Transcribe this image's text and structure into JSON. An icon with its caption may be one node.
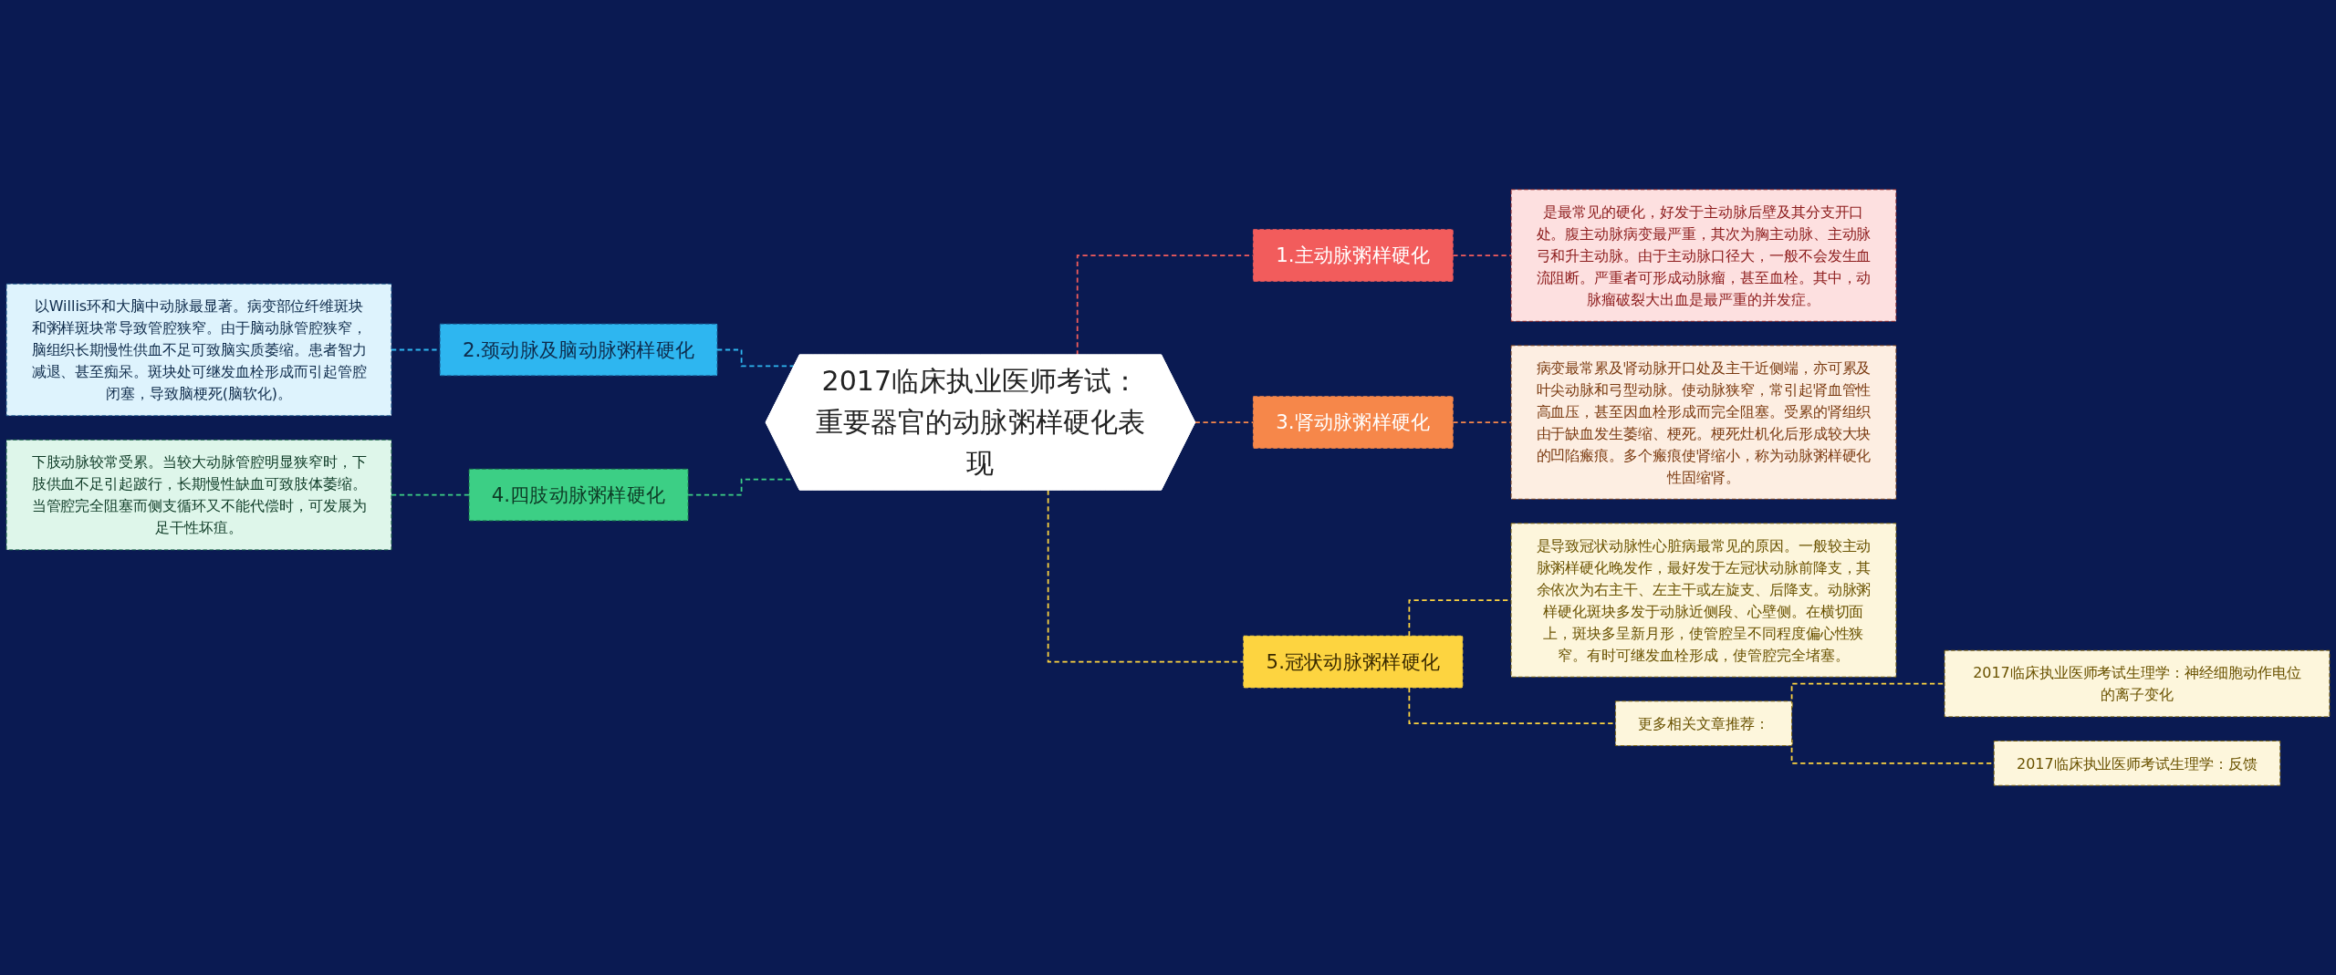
{
  "diagram": {
    "nodes": [
      {
        "text": [
          "2017临床执业医师考试：重要器官的动脉粥样硬化表现"
        ]
      },
      {
        "text": [
          "1.主动脉粥样硬化"
        ]
      },
      {
        "text": [
          "是最常见的硬化，好发于主动脉后壁及其分支开口处。腹主动脉病变最严重，其次为胸主动脉、主动脉弓和升主动脉。由于主动脉口径大，一般不会发生血流阻断。严重者可形成动脉瘤，甚至血栓。其中，动脉瘤破裂大出血是最严重的并发症。"
        ]
      },
      {
        "text": [
          "2.颈动脉及脑动脉粥样硬化"
        ]
      },
      {
        "text": [
          "以Willis环和大脑中动脉最显著。病变部位纤维斑块和粥样斑块常导致管腔狭窄。由于脑动脉管腔狭窄，脑组织长期慢性供血不足可致脑实质萎缩。患者智力减退、甚至痴呆。斑块处可继发血栓形成而引起管腔闭塞，导致脑梗死(脑软化)。"
        ]
      },
      {
        "text": [
          "3.肾动脉粥样硬化"
        ]
      },
      {
        "text": [
          "病变最常累及肾动脉开口处及主干近侧端，亦可累及叶尖动脉和弓型动脉。使动脉狭窄，常引起肾血管性高血压，甚至因血栓形成而完全阻塞。受累的肾组织由于缺血发生萎缩、梗死。梗死灶机化后形成较大块的凹陷瘢痕。多个瘢痕使肾缩小，称为动脉粥样硬化性固缩肾。"
        ]
      },
      {
        "text": [
          "4.四肢动脉粥样硬化"
        ]
      },
      {
        "text": [
          "下肢动脉较常受累。当较大动脉管腔明显狭窄时，下肢供血不足引起跛行，长期慢性缺血可致肢体萎缩。当管腔完全阻塞而侧支循环又不能代偿时，可发展为足干性坏疽。"
        ]
      },
      {
        "text": [
          "5.冠状动脉粥样硬化"
        ]
      },
      {
        "text": [
          "是导致冠状动脉性心脏病最常见的原因。一般较主动脉粥样硬化晚发作，最好发于左冠状动脉前降支，其余依次为右主干、左主干或左旋支、后降支。动脉粥样硬化斑块多发于动脉近侧段、心壁侧。在横切面上，斑块多呈新月形，使管腔呈不同程度偏心性狭窄。有时可继发血栓形成，使管腔完全堵塞。"
        ]
      },
      {
        "text": [
          "更多相关文章推荐："
        ]
      },
      {
        "text": [
          "2017临床执业医师考试生理学：神经细胞动作电位的离子变化"
        ]
      },
      {
        "text": [
          "2017临床执业医师考试生理学：反馈"
        ]
      }
    ],
    "edges": [
      {
        "from": 0,
        "to": 1,
        "arrow": "none",
        "style": "dashed",
        "color": "#f25c5c"
      },
      {
        "from": 1,
        "to": 2,
        "arrow": "none",
        "style": "dashed",
        "color": "#f25c5c"
      },
      {
        "from": 0,
        "to": 3,
        "arrow": "none",
        "style": "dashed",
        "color": "#2eb6f0"
      },
      {
        "from": 3,
        "to": 4,
        "arrow": "none",
        "style": "dashed",
        "color": "#2eb6f0"
      },
      {
        "from": 0,
        "to": 5,
        "arrow": "none",
        "style": "dashed",
        "color": "#f6874a"
      },
      {
        "from": 5,
        "to": 6,
        "arrow": "none",
        "style": "dashed",
        "color": "#f6874a"
      },
      {
        "from": 0,
        "to": 7,
        "arrow": "none",
        "style": "dashed",
        "color": "#3ccf85"
      },
      {
        "from": 7,
        "to": 8,
        "arrow": "none",
        "style": "dashed",
        "color": "#3ccf85"
      },
      {
        "from": 0,
        "to": 9,
        "arrow": "none",
        "style": "dashed",
        "color": "#fdd440"
      },
      {
        "from": 9,
        "to": 10,
        "arrow": "none",
        "style": "dashed",
        "color": "#fdd440"
      },
      {
        "from": 9,
        "to": 11,
        "arrow": "none",
        "style": "dashed",
        "color": "#fdd440"
      },
      {
        "from": 11,
        "to": 12,
        "arrow": "none",
        "style": "dashed",
        "color": "#fdd440"
      },
      {
        "from": 11,
        "to": 13,
        "arrow": "none",
        "style": "dashed",
        "color": "#fdd440"
      }
    ]
  }
}
